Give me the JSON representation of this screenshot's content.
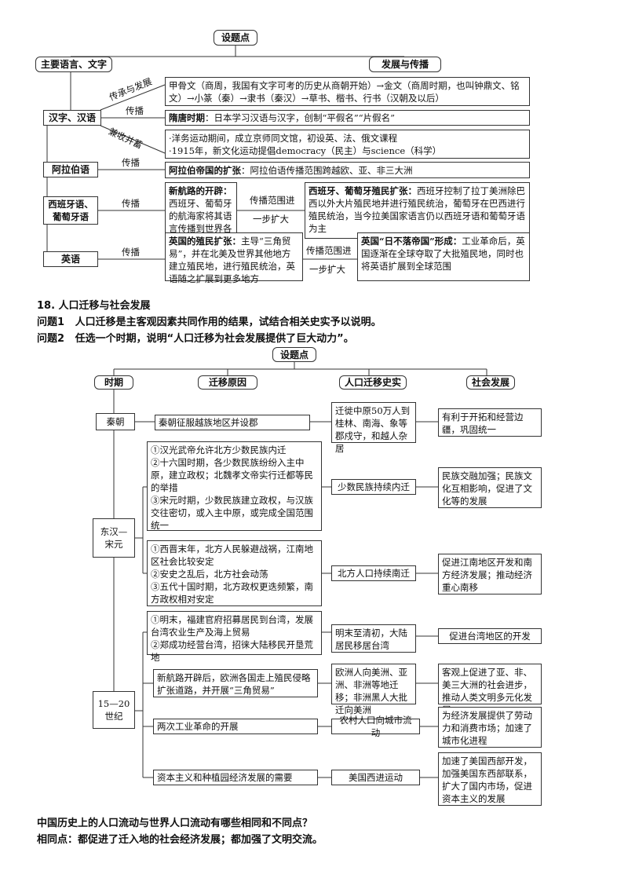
{
  "diagram1": {
    "top": "设题点",
    "left_head": "主要语言、文字",
    "right_head": "发展与传播",
    "rows": {
      "hanzi": {
        "label": "汉字、汉语",
        "verb_a": "传承与发展",
        "verb_b": "传播",
        "verb_c": "兼收并蓄",
        "box_a": "甲骨文（商周，我国有文字可考的历史从商朝开始）→金文（商周时期，也叫钟鼎文、铭文）→小篆（秦）→隶书（秦汉）→草书、楷书、行书（汉朝及以后）",
        "box_b_head": "隋唐时期",
        "box_b": "：日本学习汉语与汉字，创制“平假名”“片假名”",
        "box_c1": "·洋务运动期间，成立京师同文馆，初设英、法、俄文课程",
        "box_c2": "·1915年，新文化运动提倡democracy（民主）与science（科学）"
      },
      "arabic": {
        "label": "阿拉伯语",
        "verb": "传播",
        "box_head": "阿拉伯帝国的扩张",
        "box": "：阿拉伯语传播范围跨越欧、亚、非三大洲"
      },
      "iberian": {
        "label": "西班牙语、葡萄牙语",
        "verb": "传播",
        "box1_head": "新航路的开辟：",
        "box1": "西班牙、葡萄牙的航海家将其语言传播到世界各地",
        "mid_top": "传播范围进",
        "mid_bottom": "一步扩大",
        "box2_head": "西班牙、葡萄牙殖民扩张：",
        "box2": "西班牙控制了拉丁美洲除巴西以外大片殖民地并进行殖民统治，葡萄牙在巴西进行殖民统治，当今拉美国家语言仍以西班牙语和葡萄牙语为主"
      },
      "english": {
        "label": "英语",
        "verb": "传播",
        "box1_head": "英国的殖民扩张：",
        "box1": "主导“三角贸易”，并在北美及世界其他地方建立殖民地，进行殖民统治，英语随之扩展到更多地方",
        "mid_top": "传播范围进",
        "mid_bottom": "一步扩大",
        "box2_head": "英国“日不落帝国”形成：",
        "box2": "工业革命后，英国逐渐在全球夺取了大批殖民地，同时也将英语扩展到全球范围"
      }
    }
  },
  "section": {
    "title": "18.  人口迁移与社会发展",
    "q1_label": "问题1",
    "q1": "人口迁移是主客观因素共同作用的结果，试结合相关史实予以说明。",
    "q2_label": "问题2",
    "q2": "任选一个时期，说明“人口迁移为社会发展提供了巨大动力”。"
  },
  "diagram2": {
    "top": "设题点",
    "headers": [
      "时期",
      "迁移原因",
      "人口迁移史实",
      "社会发展"
    ],
    "periods": [
      "秦朝",
      "东汉—宋元",
      "15—20世纪"
    ],
    "rows": [
      {
        "cause": "秦朝征服越族地区并设郡",
        "fact": "迁徙中原50万人到桂林、南海、象等郡戍守，和越人杂居",
        "dev": "有利于开拓和经营边疆，巩固统一"
      },
      {
        "cause": "①汉光武帝允许北方少数民族内迁\n②十六国时期，各少数民族纷纷入主中原，建立政权；北魏孝文帝实行迁都等民的举措\n③宋元时期，少数民族建立政权，与汉族交往密切，或入主中原，或完成全国范围统一",
        "fact": "少数民族持续内迁",
        "dev": "民族交融加强；民族文化互相影响，促进了文化等的发展"
      },
      {
        "cause": "①西晋末年，北方人民躲避战祸，江南地区社会比较安定\n②安史之乱后，北方社会动荡\n③五代十国时期，北方政权更迭频繁，南方政权相对安定",
        "fact": "北方人口持续南迁",
        "dev": "促进江南地区开发和南方经济发展；推动经济重心南移"
      },
      {
        "cause": "①明末，福建官府招募居民到台湾，发展台湾农业生产及海上贸易\n②郑成功经营台湾，招徕大陆移民开垦荒地",
        "fact": "明末至清初，大陆居民移居台湾",
        "dev": "促进台湾地区的开发"
      },
      {
        "cause": "新航路开辟后，欧洲各国走上殖民侵略扩张道路，并开展“三角贸易”",
        "fact": "欧洲人向美洲、亚洲、非洲等地迁移；非洲黑人大批迁向美洲",
        "dev": "客观上促进了亚、非、美三大洲的社会进步，推动人类文明多元化发展"
      },
      {
        "cause": "两次工业革命的开展",
        "fact": "农村人口向城市流动",
        "dev": "为经济发展提供了劳动力和消费市场；加速了城市化进程"
      },
      {
        "cause": "资本主义和种植园经济发展的需要",
        "fact": "美国西进运动",
        "dev": "加速了美国西部开发，加强美国东西部联系，扩大了国内市场，促进资本主义的发展"
      }
    ]
  },
  "footer": {
    "question": "中国历史上的人口流动与世界人口流动有哪些相同和不同点？",
    "answer": "相同点：都促进了迁入地的社会经济发展；都加强了文明交流。"
  }
}
